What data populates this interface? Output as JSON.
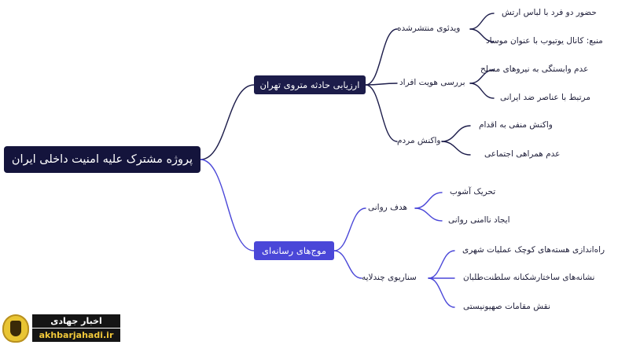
{
  "root": "پروژه مشترک علیه امنیت داخلی ایران",
  "branches": [
    {
      "label": "ارزیابی حادثه متروی تهران",
      "children": [
        {
          "label": "ویدئوی منتشرشده",
          "children": [
            "حضور دو فرد با لباس ارتش",
            "منبع: کانال یوتیوب با عنوان موساد"
          ]
        },
        {
          "label": "بررسی هویت افراد",
          "children": [
            "عدم وابستگی به نیروهای مسلح",
            "مرتبط با عناصر ضد ایرانی"
          ]
        },
        {
          "label": "واکنش مردم",
          "children": [
            "واکنش منفی به اقدام",
            "عدم همراهی اجتماعی"
          ]
        }
      ]
    },
    {
      "label": "موج‌های رسانه‌ای",
      "children": [
        {
          "label": "هدف روانی",
          "children": [
            "تحریک آشوب",
            "ایجاد ناامنی روانی"
          ]
        },
        {
          "label": "سناریوی چندلایه",
          "children": [
            "راه‌اندازی هسته‌های کوچک عملیات شهری",
            "نشانه‌های ساختارشکنانه سلطنت‌طلبان",
            "نقش مقامات صهیونیستی"
          ]
        }
      ]
    }
  ],
  "watermark": {
    "text_fa": "اخبار جهادی",
    "text_en": "akhbarjahadi.ir"
  },
  "colors": {
    "root_bg": "#14143c",
    "branch_dark": "#1c1c4a",
    "branch_blue": "#4a47d8",
    "line_dark": "#1c1c4a",
    "line_blue": "#4a47d8"
  }
}
